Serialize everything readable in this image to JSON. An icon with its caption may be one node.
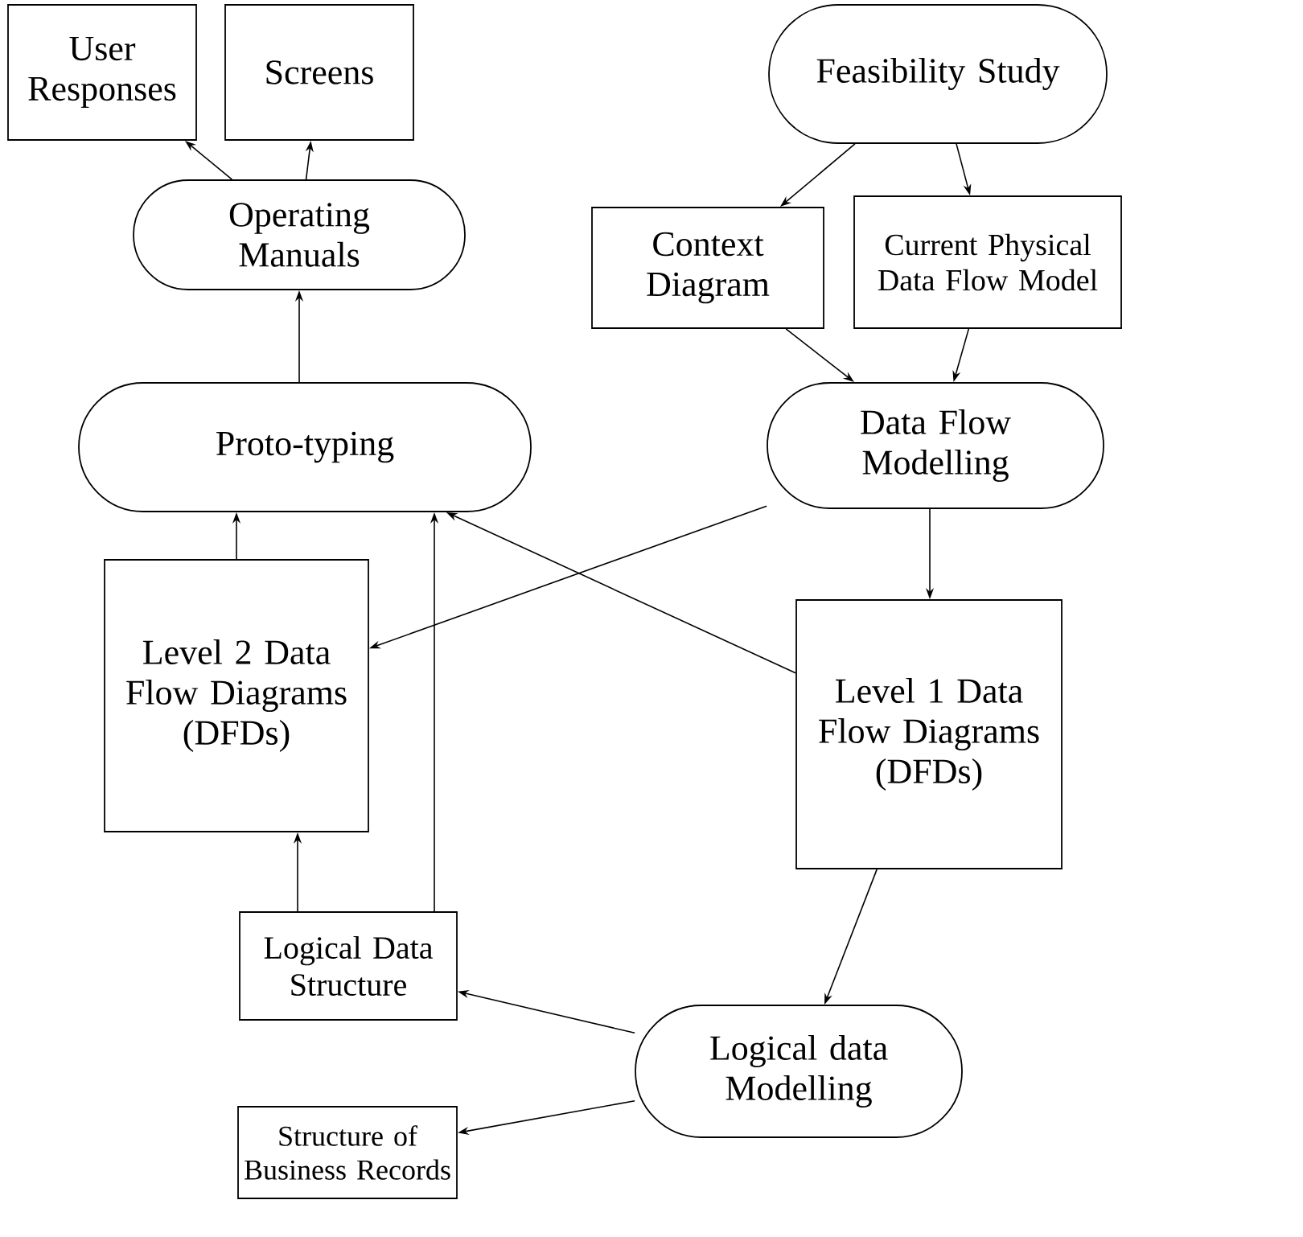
{
  "diagram": {
    "nodes": [
      {
        "text": [
          "User Responses"
        ]
      },
      {
        "text": [
          "Screens"
        ]
      },
      {
        "text": [
          "Feasibility Study"
        ]
      },
      {
        "text": [
          "Operating Manuals"
        ]
      },
      {
        "text": [
          "Context Diagram"
        ]
      },
      {
        "text": [
          "Current Physical Data Flow Model"
        ]
      },
      {
        "text": [
          "Proto-typing"
        ]
      },
      {
        "text": [
          "Data Flow Modelling"
        ]
      },
      {
        "text": [
          "Level 2 Data Flow Diagrams (DFDs)"
        ]
      },
      {
        "text": [
          "Level 1 Data Flow Diagrams (DFDs)"
        ]
      },
      {
        "text": [
          "Logical Data Structure"
        ]
      },
      {
        "text": [
          "Logical data Modelling"
        ]
      },
      {
        "text": [
          "Structure of Business Records"
        ]
      }
    ],
    "edges": [
      {
        "from": 3,
        "to": 0,
        "arrow": "to"
      },
      {
        "from": 3,
        "to": 1,
        "arrow": "to"
      },
      {
        "from": 2,
        "to": 4,
        "arrow": "to"
      },
      {
        "from": 2,
        "to": 5,
        "arrow": "to"
      },
      {
        "from": 4,
        "to": 7,
        "arrow": "to"
      },
      {
        "from": 5,
        "to": 7,
        "arrow": "to"
      },
      {
        "from": 6,
        "to": 3,
        "arrow": "to"
      },
      {
        "from": 7,
        "to": 9,
        "arrow": "to"
      },
      {
        "from": 7,
        "to": 8,
        "arrow": "to"
      },
      {
        "from": 8,
        "to": 6,
        "arrow": "to"
      },
      {
        "from": 9,
        "to": 6,
        "arrow": "to"
      },
      {
        "from": 10,
        "to": 8,
        "arrow": "to"
      },
      {
        "from": 10,
        "to": 6,
        "arrow": "to"
      },
      {
        "from": 9,
        "to": 11,
        "arrow": "to"
      },
      {
        "from": 11,
        "to": 10,
        "arrow": "to"
      },
      {
        "from": 11,
        "to": 12,
        "arrow": "to"
      }
    ]
  }
}
